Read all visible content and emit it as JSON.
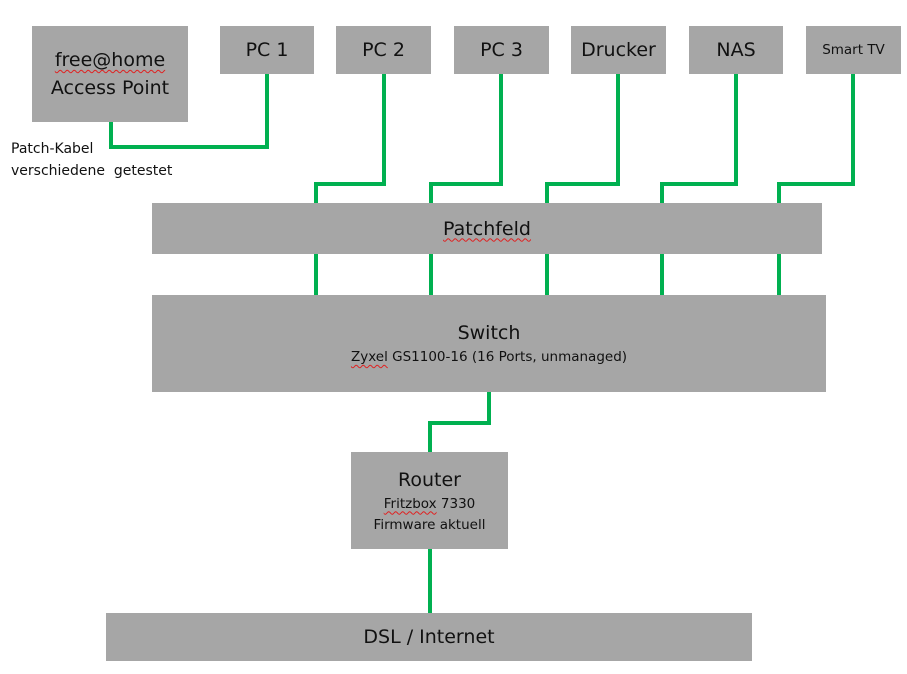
{
  "diagram": {
    "wire_color": "#00b050",
    "box_color": "#a6a6a6",
    "nodes": {
      "access_point": {
        "line1": "free@home",
        "line2": "Access Point"
      },
      "pc1": {
        "label": "PC 1"
      },
      "pc2": {
        "label": "PC 2"
      },
      "pc3": {
        "label": "PC 3"
      },
      "printer": {
        "label": "Drucker"
      },
      "nas": {
        "label": "NAS"
      },
      "smart_tv": {
        "label": "Smart TV"
      },
      "patch_panel": {
        "label": "Patchfeld"
      },
      "switch": {
        "title": "Switch",
        "brand": "Zyxel",
        "model_rest": " GS1100-16 (16 Ports, unmanaged)"
      },
      "router": {
        "title": "Router",
        "brand": "Fritzbox",
        "model_rest": " 7330",
        "firmware": "Firmware aktuell"
      },
      "internet": {
        "label": "DSL / Internet"
      }
    },
    "annotation": {
      "line1": "Patch-Kabel",
      "line2": "verschiedene  getestet"
    },
    "connections": [
      [
        "access_point",
        "pc1"
      ],
      [
        "pc2",
        "switch"
      ],
      [
        "pc3",
        "switch"
      ],
      [
        "printer",
        "switch"
      ],
      [
        "nas",
        "switch"
      ],
      [
        "smart_tv",
        "switch"
      ],
      [
        "switch",
        "router"
      ],
      [
        "router",
        "internet"
      ]
    ]
  }
}
